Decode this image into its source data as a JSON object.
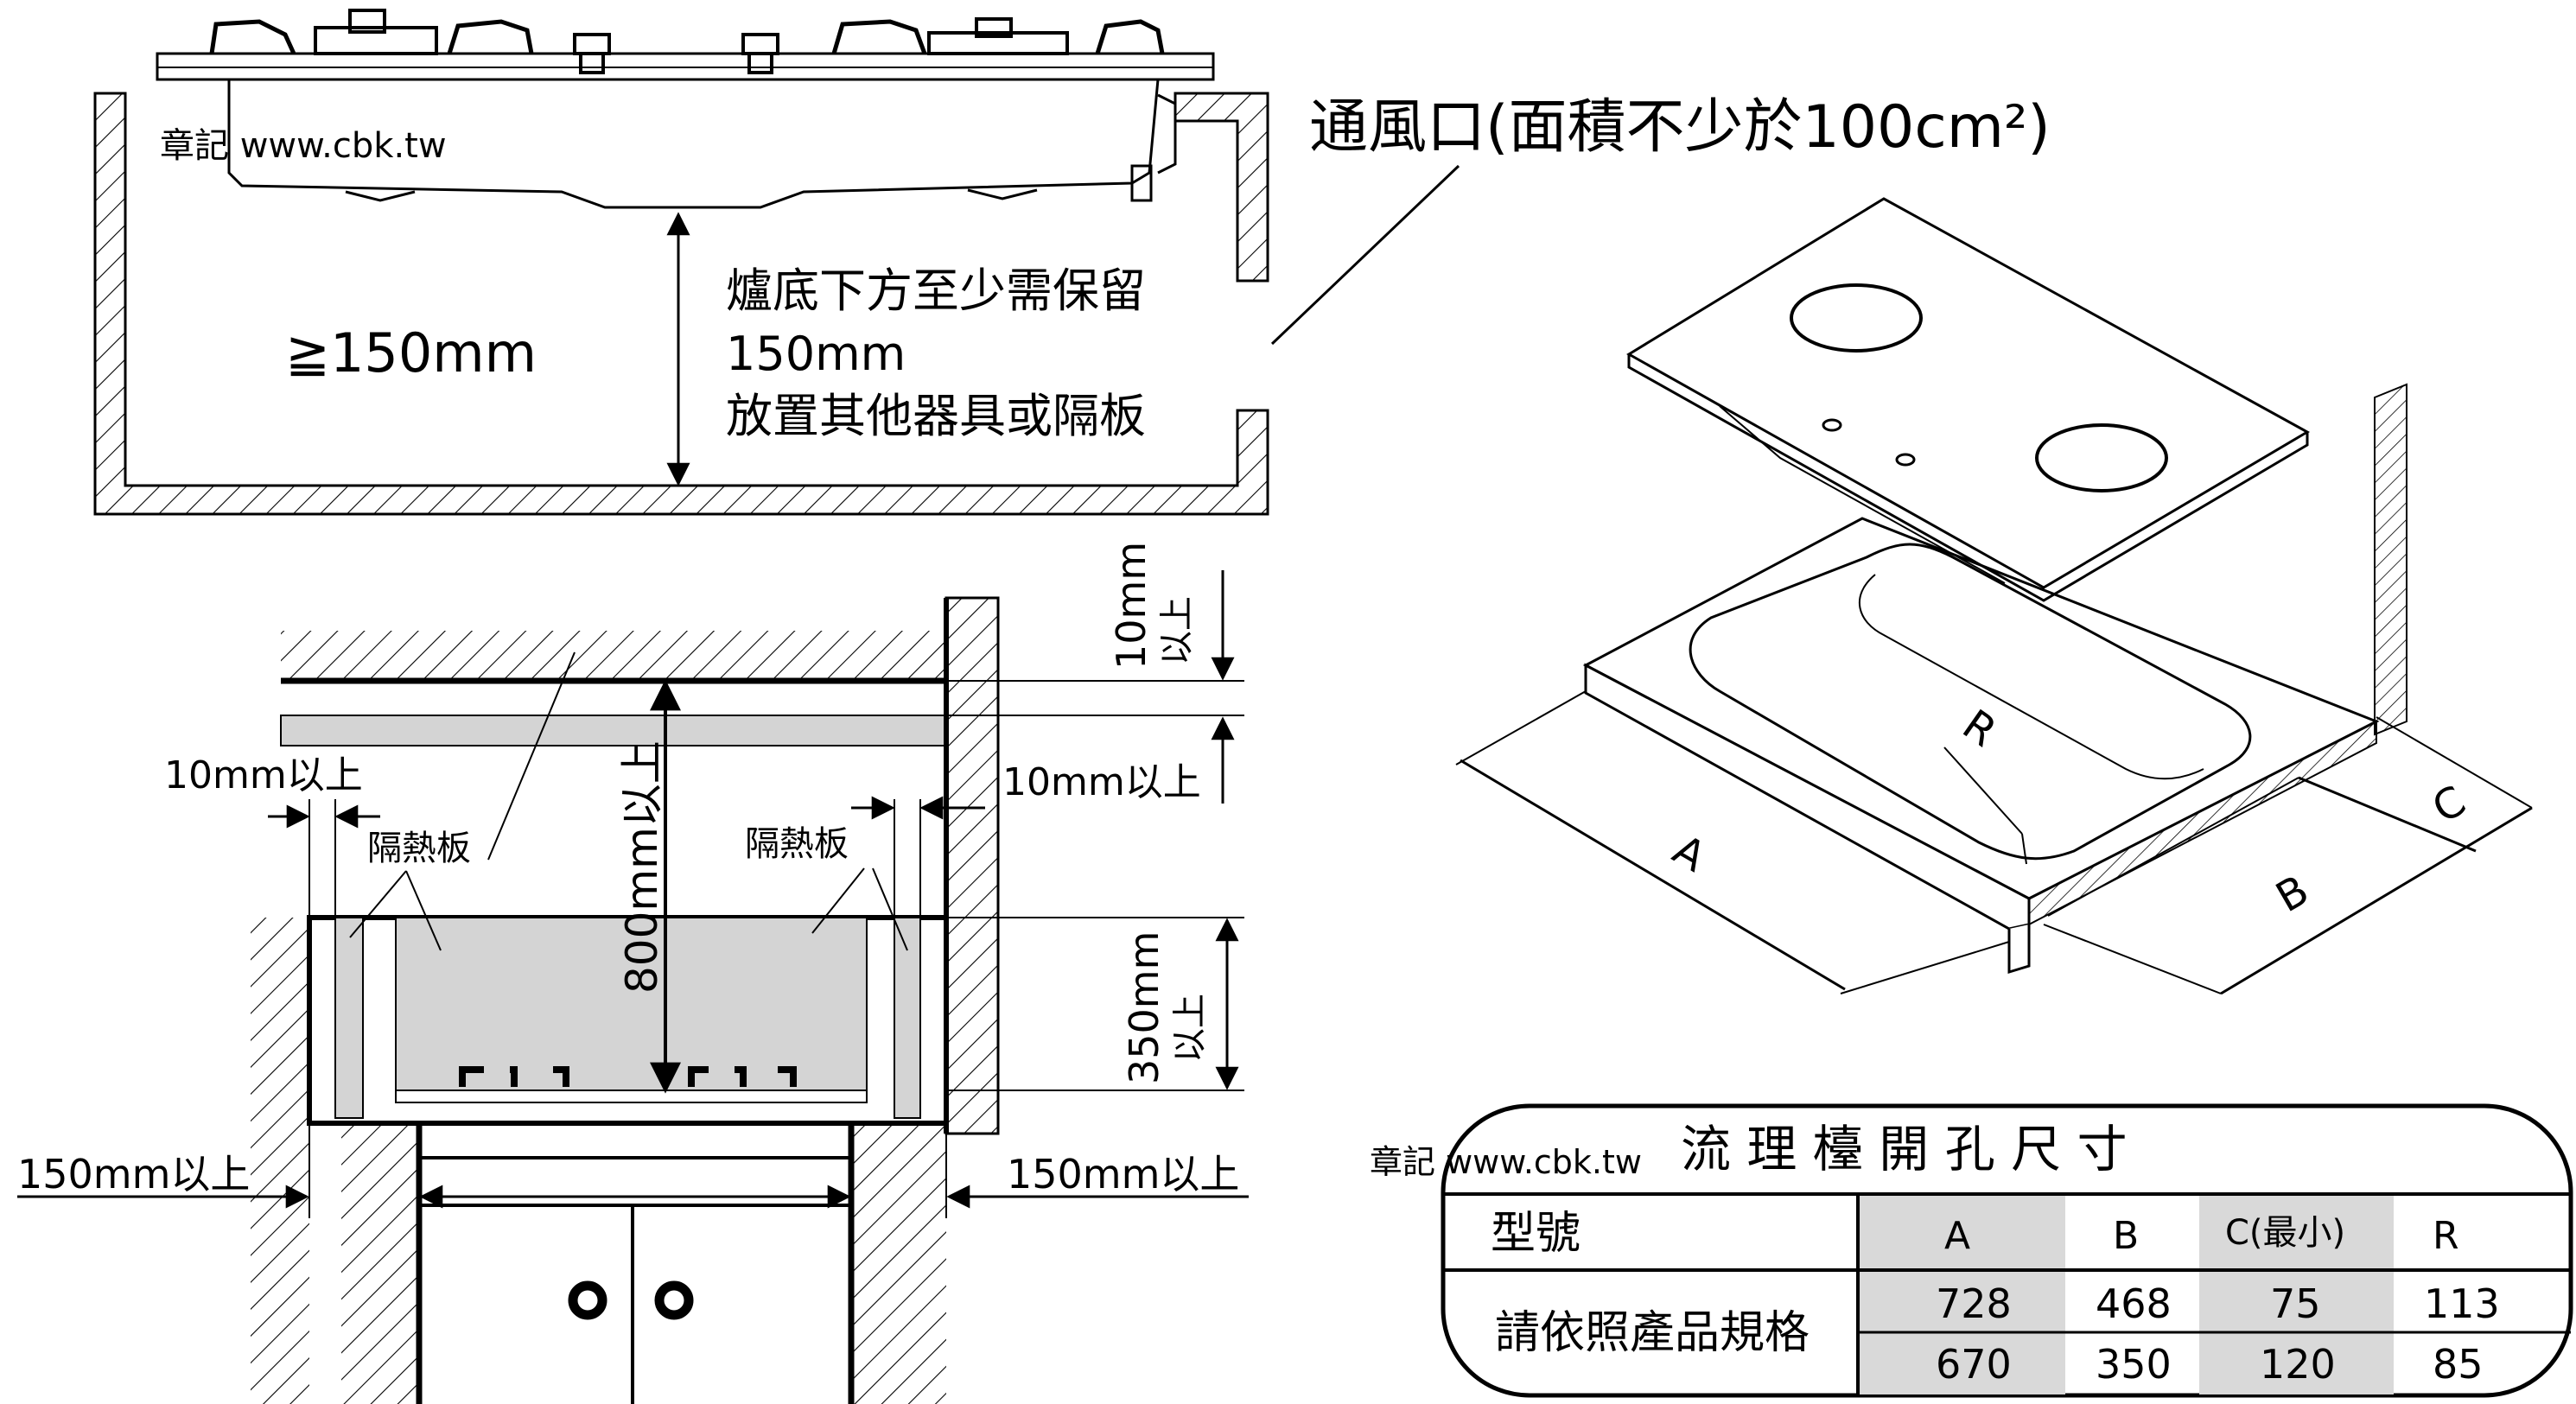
{
  "top_section": {
    "watermark": "章記 www.cbk.tw",
    "clearance_symbol": "≧150mm",
    "note_line1": "爐底下方至少需保留",
    "note_line2": "150mm",
    "note_line3": "放置其他器具或隔板",
    "vent_label": "通風口(面積不少於100cm²)"
  },
  "front_section": {
    "top_gap_value": "10mm",
    "top_gap_suffix": "以上",
    "left_gap": "10mm以上",
    "right_gap": "10mm以上",
    "insulation_left": "隔熱板",
    "insulation_right": "隔熱板",
    "height_800": "800mm以上",
    "height_350_value": "350mm",
    "height_350_suffix": "以上",
    "side_left": "150mm以上",
    "side_right": "150mm以上"
  },
  "iso_section": {
    "dim_a": "A",
    "dim_b": "B",
    "dim_c": "C",
    "dim_r": "R"
  },
  "table": {
    "watermark": "章記 www.cbk.tw",
    "title": "流 理 檯 開 孔 尺 寸",
    "header_model": "型號",
    "header_a": "A",
    "header_b": "B",
    "header_c": "C(最小)",
    "header_r": "R",
    "row_label": "請依照產品規格",
    "rows": [
      {
        "a": "728",
        "b": "468",
        "c": "75",
        "r": "113"
      },
      {
        "a": "670",
        "b": "350",
        "c": "120",
        "r": "85"
      }
    ]
  },
  "colors": {
    "line": "#000000",
    "panel_gray": "#d4d4d4",
    "table_shade": "#d9d9d9"
  }
}
